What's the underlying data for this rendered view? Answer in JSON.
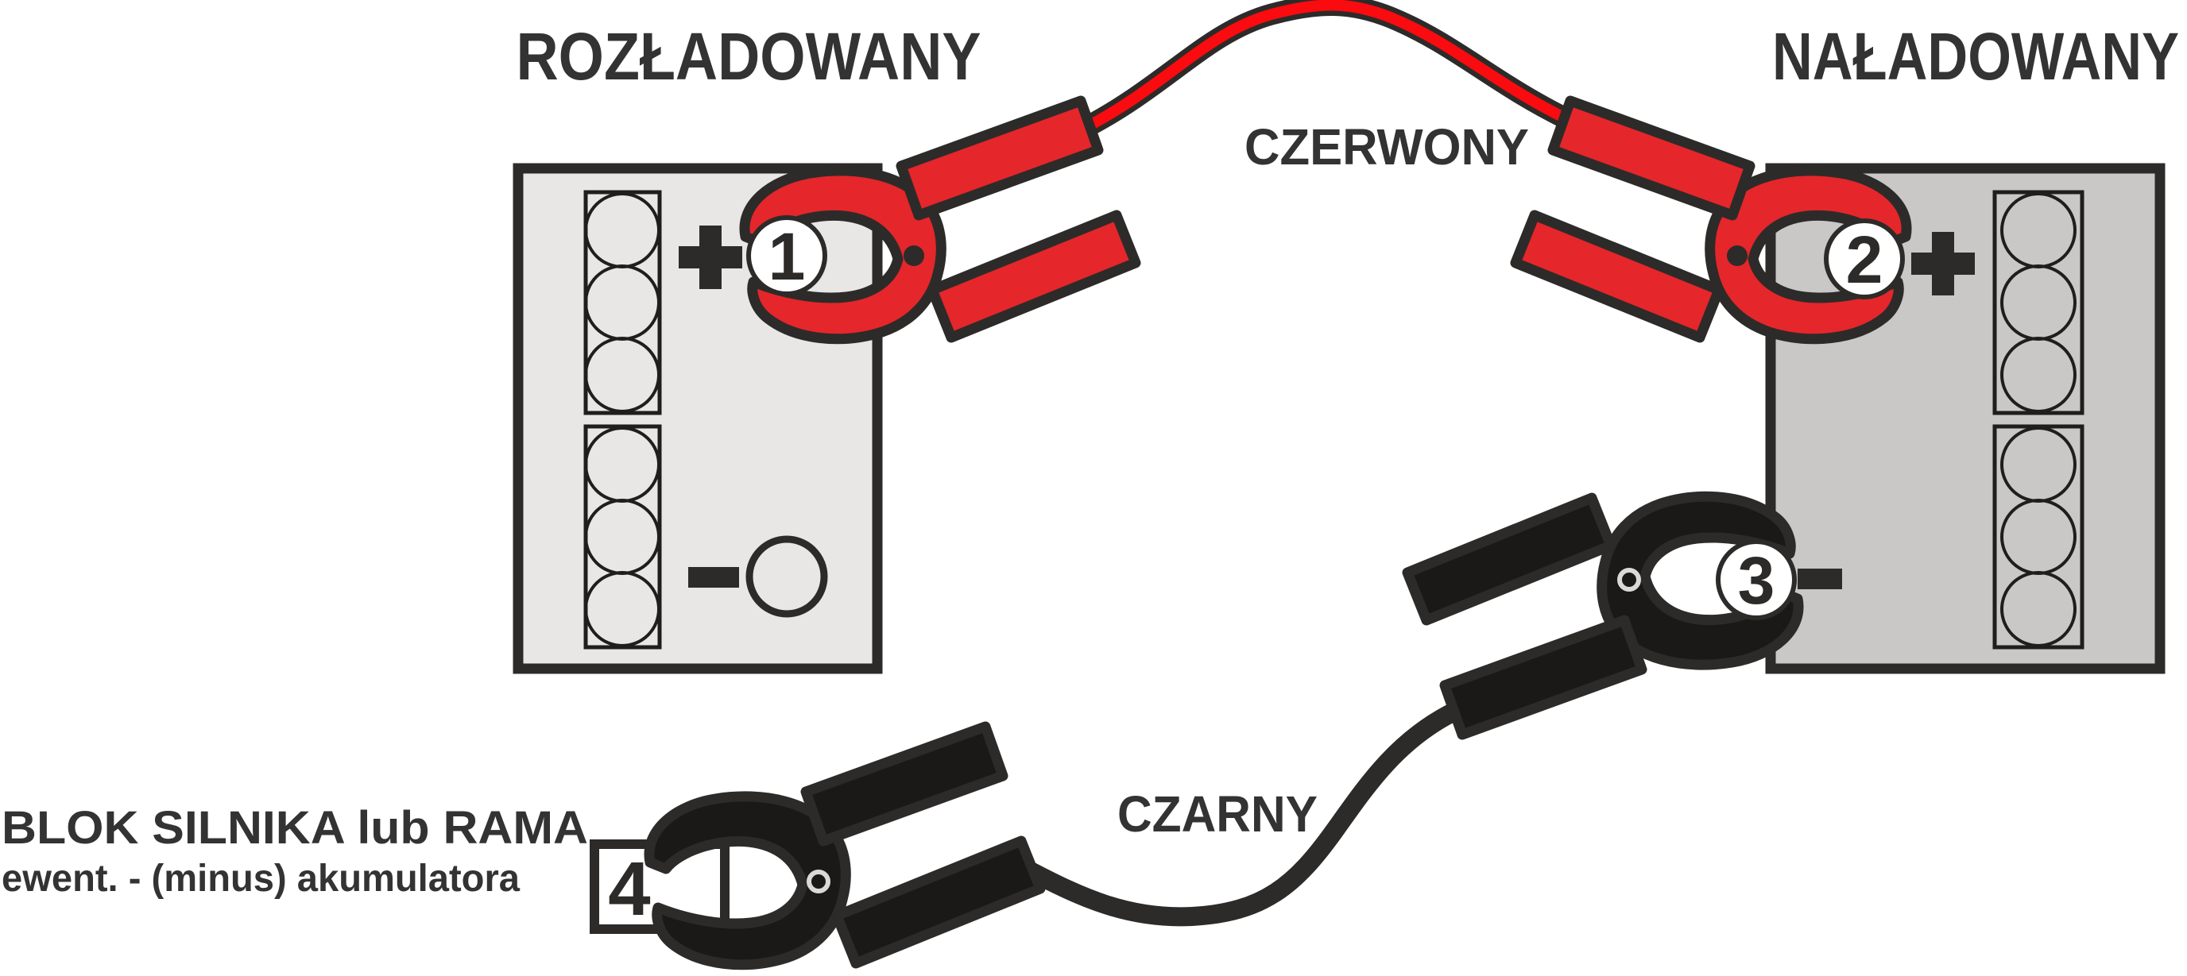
{
  "header": {
    "title_left": "ROZŁADOWANY",
    "title_right": "NAŁADOWANY"
  },
  "cables": {
    "red": {
      "label": "CZERWONY",
      "color_hex": "#f90b0f"
    },
    "black": {
      "label": "CZARNY",
      "color_hex": "#2d2b29"
    }
  },
  "note": {
    "line1": "BLOK SILNIKA lub RAMA",
    "line2": "ewent. - (minus) akumulatora"
  },
  "clamps": [
    {
      "number": "1",
      "color": "red",
      "attached_to": "plus-terminal-discharged-battery"
    },
    {
      "number": "2",
      "color": "red",
      "attached_to": "plus-terminal-charged-battery"
    },
    {
      "number": "3",
      "color": "black",
      "attached_to": "minus-terminal-charged-battery"
    },
    {
      "number": "4",
      "color": "black",
      "attached_to": "engine-block-or-frame"
    }
  ],
  "icons": {
    "plus": "+",
    "minus": "−"
  },
  "colors": {
    "ink": "#2d2b29",
    "text": "#333333",
    "red_clamp": "#e5262b",
    "red_cable": "#f90b0f",
    "black_clamp": "#1a1918",
    "battery_left_fill": "#e8e7e6",
    "battery_right_fill": "#c9c8c7",
    "cell_line": "#1f1e1d",
    "white": "#ffffff",
    "pivot_ring": "#d9d9d9"
  }
}
